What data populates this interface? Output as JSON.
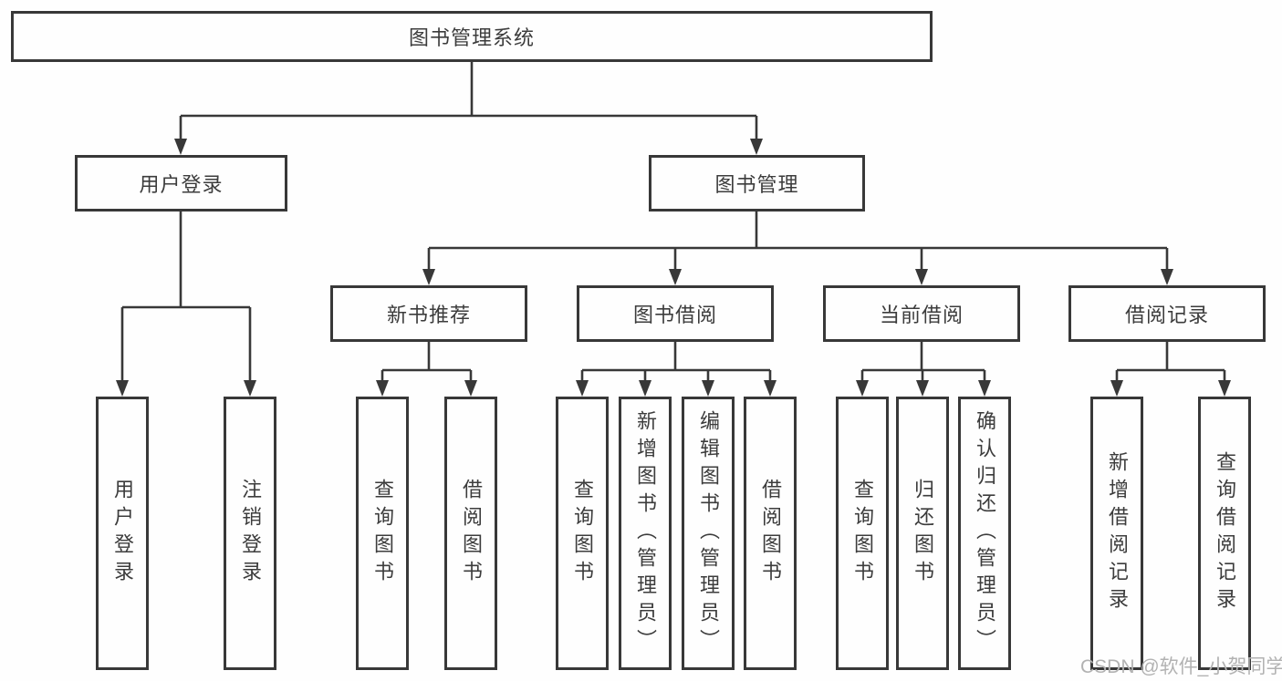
{
  "diagram": {
    "title": "图书管理系统",
    "nodes": {
      "user_login": "用户登录",
      "book_mgmt": "图书管理",
      "new_book": "新书推荐",
      "book_borrow": "图书借阅",
      "current_borrow": "当前借阅",
      "borrow_record": "借阅记录"
    },
    "leaves": {
      "user_login": [
        "用户登录",
        "注销登录"
      ],
      "new_book": [
        "查询图书",
        "借阅图书"
      ],
      "book_borrow": [
        "查询图书",
        "新增图书（管理员）",
        "编辑图书（管理员）",
        "借阅图书"
      ],
      "current_borrow": [
        "查询图书",
        "归还图书",
        "确认归还（管理员）"
      ],
      "borrow_record": [
        "新增借阅记录",
        "查询借阅记录"
      ]
    }
  },
  "watermark": "CSDN @软件_小贺同学",
  "colors": {
    "line": "#383838",
    "text": "#3c3c3c",
    "background": "#fefefe",
    "watermark": "#b2b2b2"
  }
}
